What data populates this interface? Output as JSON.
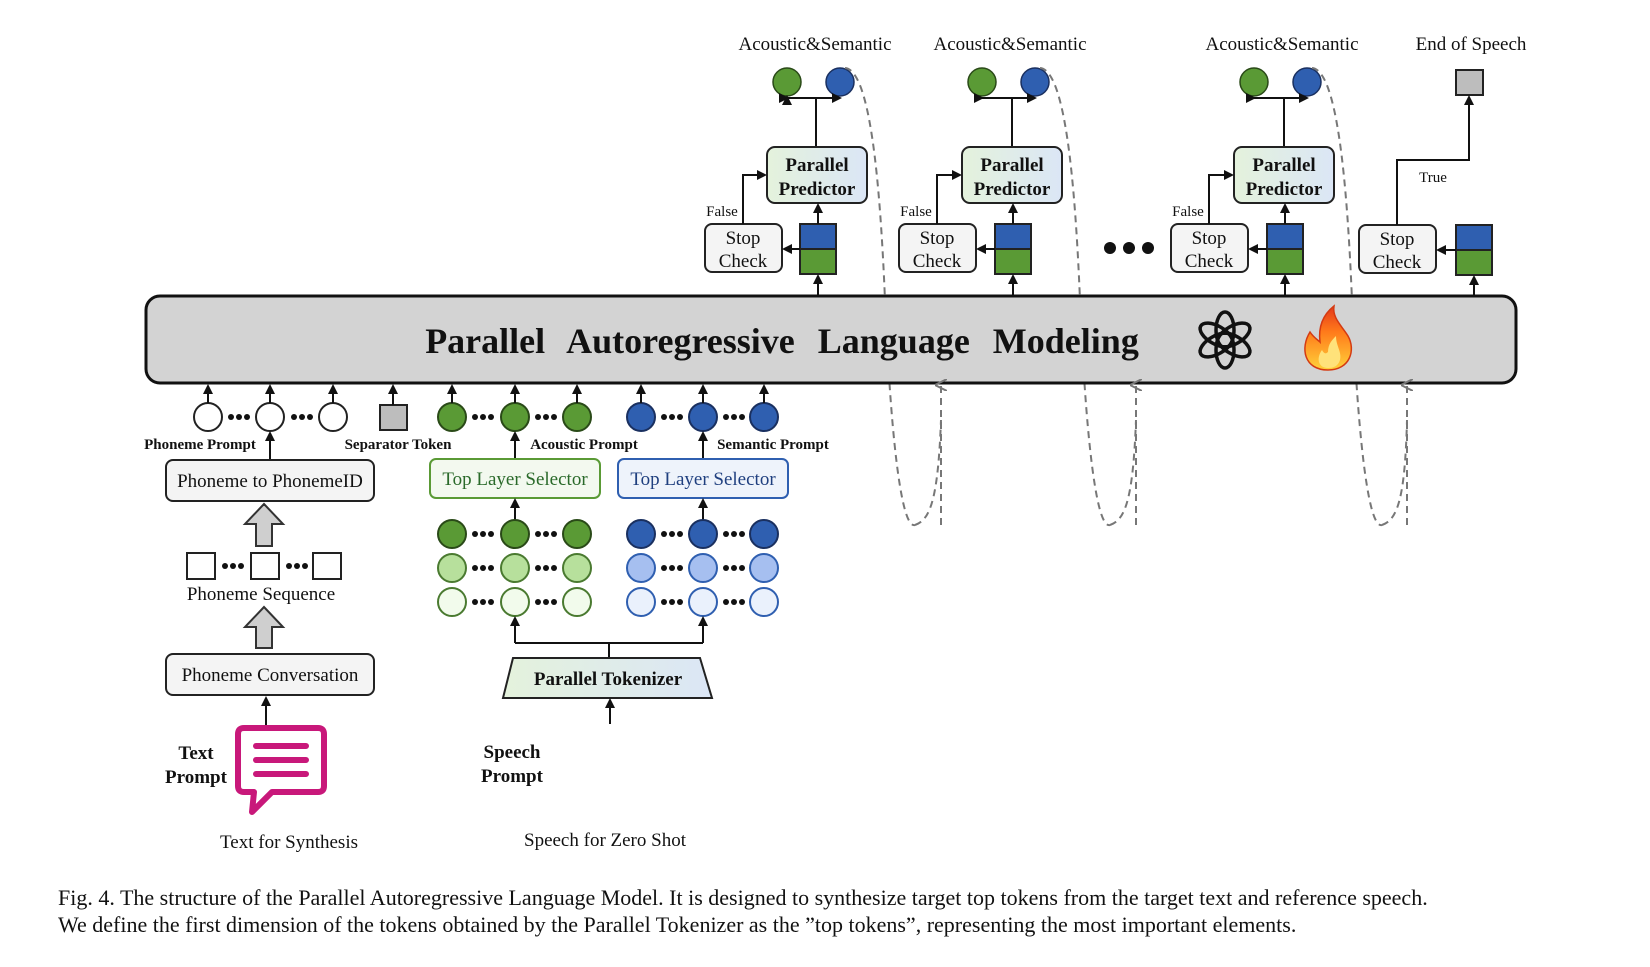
{
  "top_labels": [
    "Acoustic&Semantic",
    "Acoustic&Semantic",
    "Acoustic&Semantic",
    "End of Speech"
  ],
  "predictor": {
    "line1": "Parallel",
    "line2": "Predictor"
  },
  "stop_check": {
    "line1": "Stop",
    "line2": "Check"
  },
  "false_label": "False",
  "true_label": "True",
  "main_block": {
    "title": "Parallel Autoregressive Language Modeling"
  },
  "left": {
    "phoneme_prompt": "Phoneme Prompt",
    "separator_token": "Separator Token",
    "phoneme_to_id": "Phoneme to PhonemeID",
    "phoneme_sequence": "Phoneme Sequence",
    "phoneme_conversation": "Phoneme Conversation",
    "text_prompt_line1": "Text",
    "text_prompt_line2": "Prompt",
    "text_for_synthesis": "Text for Synthesis"
  },
  "middle": {
    "acoustic_prompt": "Acoustic Prompt",
    "semantic_prompt": "Semantic Prompt",
    "top_layer_selector": "Top Layer Selector",
    "parallel_tokenizer": "Parallel Tokenizer",
    "speech_prompt_line1": "Speech",
    "speech_prompt_line2": "Prompt",
    "speech_for_zero_shot": "Speech for Zero Shot"
  },
  "caption": {
    "line1": "Fig. 4.  The structure of the Parallel Autoregressive Language Model. It is designed to synthesize target top tokens from the target text and reference speech.",
    "line2": "We define the first dimension of the tokens obtained by the Parallel Tokenizer as the ”top tokens”, representing the most important elements."
  },
  "colors": {
    "acoustic_green": "#5a9a35",
    "semantic_blue": "#2f5fb0",
    "block_gray": "#d3d3d3",
    "prompt_pink": "#c8187a"
  },
  "icons": [
    "openai-logo-icon",
    "flame-icon",
    "chat-bubble-icon",
    "waveform-icon"
  ]
}
